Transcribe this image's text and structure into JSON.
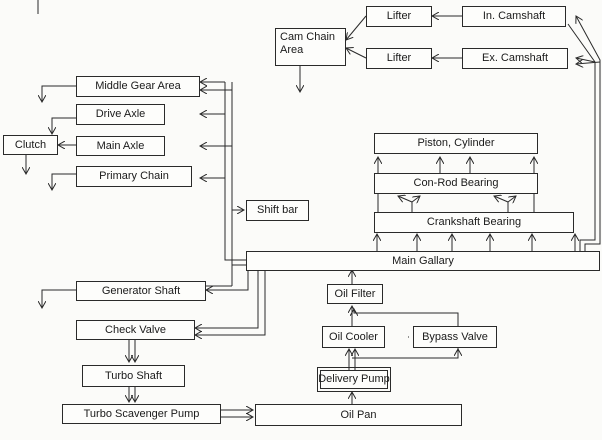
{
  "nodes": {
    "lifter_top": "Lifter",
    "in_camshaft": "In. Camshaft",
    "cam_chain_area": "Cam Chain Area",
    "lifter_bottom": "Lifter",
    "ex_camshaft": "Ex. Camshaft",
    "middle_gear_area": "Middle Gear Area",
    "drive_axle": "Drive Axle",
    "clutch": "Clutch",
    "main_axle": "Main Axle",
    "primary_chain": "Primary Chain",
    "piston_cylinder": "Piston, Cylinder",
    "con_rod_bearing": "Con-Rod Bearing",
    "shift_bar": "Shift bar",
    "crankshaft_bearing": "Crankshaft Bearing",
    "main_gallery": "Main Gallary",
    "generator_shaft": "Generator Shaft",
    "oil_filter": "Oil Filter",
    "check_valve": "Check Valve",
    "oil_cooler": "Oil Cooler",
    "bypass_valve": "Bypass Valve",
    "turbo_shaft": "Turbo Shaft",
    "delivery_pump": "Delivery Pump",
    "turbo_scavenger_pump": "Turbo Scavenger Pump",
    "oil_pan": "Oil Pan"
  }
}
